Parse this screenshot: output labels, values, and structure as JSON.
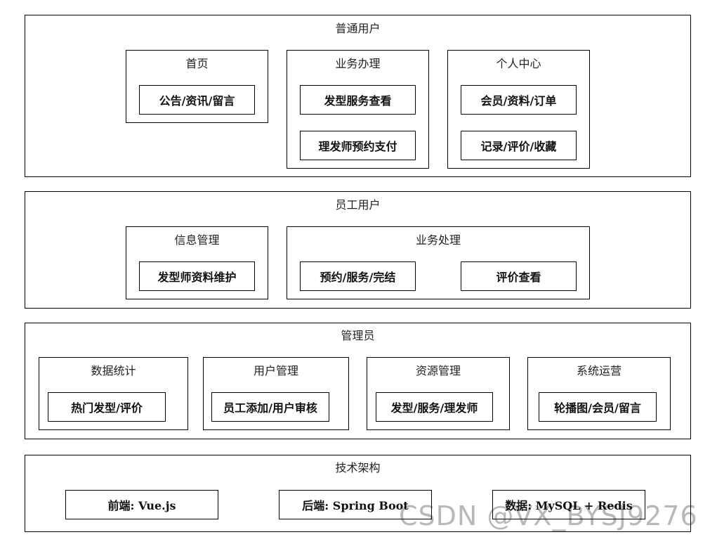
{
  "sections": [
    {
      "title": "普通用户",
      "groups": [
        {
          "title": "首页",
          "items": [
            "公告/资讯/留言"
          ]
        },
        {
          "title": "业务办理",
          "items": [
            "发型服务查看",
            "理发师预约支付"
          ]
        },
        {
          "title": "个人中心",
          "items": [
            "会员/资料/订单",
            "记录/评价/收藏"
          ]
        }
      ]
    },
    {
      "title": "员工用户",
      "groups": [
        {
          "title": "信息管理",
          "items": [
            "发型师资料维护"
          ]
        },
        {
          "title": "业务处理",
          "items": [
            "预约/服务/完结",
            "评价查看"
          ]
        }
      ]
    },
    {
      "title": "管理员",
      "groups": [
        {
          "title": "数据统计",
          "items": [
            "热门发型/评价"
          ]
        },
        {
          "title": "用户管理",
          "items": [
            "员工添加/用户审核"
          ]
        },
        {
          "title": "资源管理",
          "items": [
            "发型/服务/理发师"
          ]
        },
        {
          "title": "系统运营",
          "items": [
            "轮播图/会员/留言"
          ]
        }
      ]
    },
    {
      "title": "技术架构",
      "items": [
        "前端: Vue.js",
        "后端: Spring Boot",
        "数据: MySQL + Redis"
      ]
    }
  ],
  "watermark": "CSDN @VX_BYSJ9276"
}
